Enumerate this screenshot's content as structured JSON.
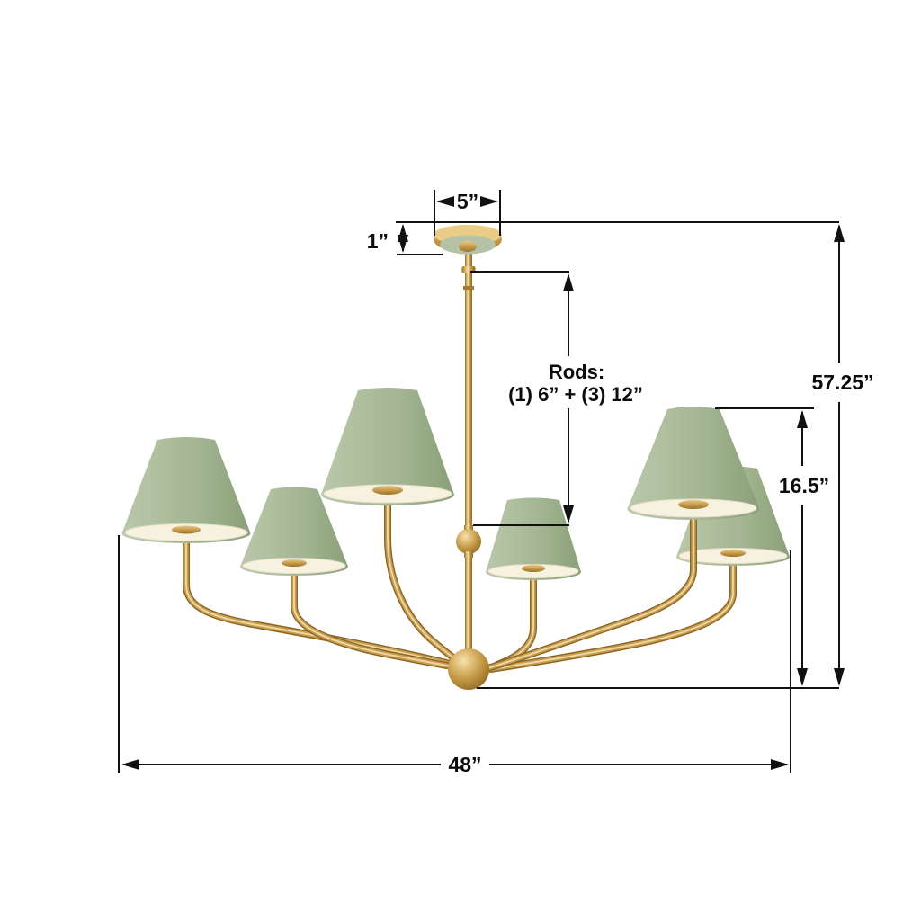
{
  "diagram": {
    "kind": "product-dimension-diagram",
    "subject": "six-light chandelier with conical shades"
  },
  "labels": {
    "canopy_width": "5”",
    "canopy_height": "1”",
    "rods_title": "Rods:",
    "rods_detail": "(1) 6” + (3) 12”",
    "overall_height": "57.25”",
    "fixture_height": "16.5”",
    "overall_width": "48”"
  },
  "colors": {
    "background": "#FFFFFF",
    "dimension_line": "#111111",
    "brass": "#C1954A",
    "brass_highlight": "#EED9A0",
    "brass_shadow": "#8A6524",
    "shade_green": "#A7B997",
    "shade_interior_cream": "#F7F1DF",
    "canopy_green": "#B4C3A5"
  }
}
